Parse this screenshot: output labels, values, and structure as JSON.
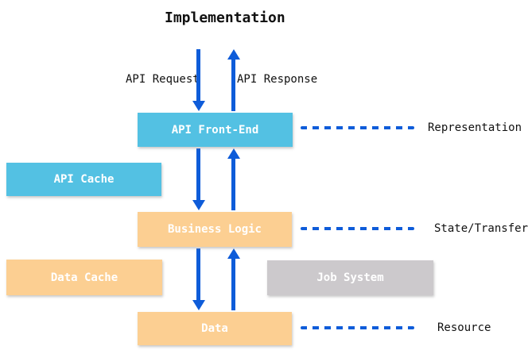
{
  "title": "Implementation",
  "colors": {
    "arrow_blue": "#0E5CD9",
    "dashed_line_blue": "#0E5CD9",
    "cyan_box": "#53C1E3",
    "peach_box": "#FCCF92",
    "gray_box": "#CCC9CC",
    "box_text": "#FFFFFF",
    "label_text": "#111111"
  },
  "flow_labels": {
    "request": "API Request",
    "response": "API Response"
  },
  "boxes": [
    {
      "id": "api-front-end",
      "label": "API Front-End",
      "color": "#53C1E3"
    },
    {
      "id": "api-cache",
      "label": "API Cache",
      "color": "#53C1E3"
    },
    {
      "id": "business-logic",
      "label": "Business Logic",
      "color": "#FCCF92"
    },
    {
      "id": "data-cache",
      "label": "Data Cache",
      "color": "#FCCF92"
    },
    {
      "id": "job-system",
      "label": "Job System",
      "color": "#CCC9CC"
    },
    {
      "id": "data",
      "label": "Data",
      "color": "#FCCF92"
    }
  ],
  "rest_layer_labels": [
    {
      "label": "Representation"
    },
    {
      "label": "State/Transfer"
    },
    {
      "label": "Resource"
    }
  ]
}
